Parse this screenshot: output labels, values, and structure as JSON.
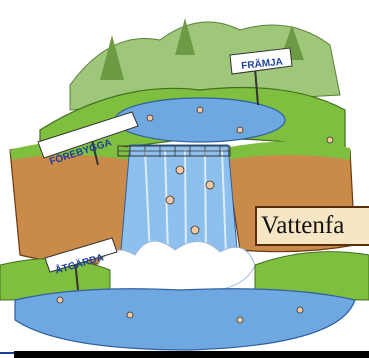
{
  "signs": {
    "top": "FRÄMJA",
    "middle": "FÖREBYGGA",
    "bottom": "ÅTGÄRDA"
  },
  "banner": {
    "text": "Vattenfa"
  },
  "colors": {
    "sky": "#ffffff",
    "grass": "#7fbf3f",
    "cliff": "#c98a4a",
    "water": "#6fa8e0",
    "sign_text": "#1c3f9a",
    "banner_bg": "#f7e6c4",
    "banner_border": "#5a2d0c"
  }
}
